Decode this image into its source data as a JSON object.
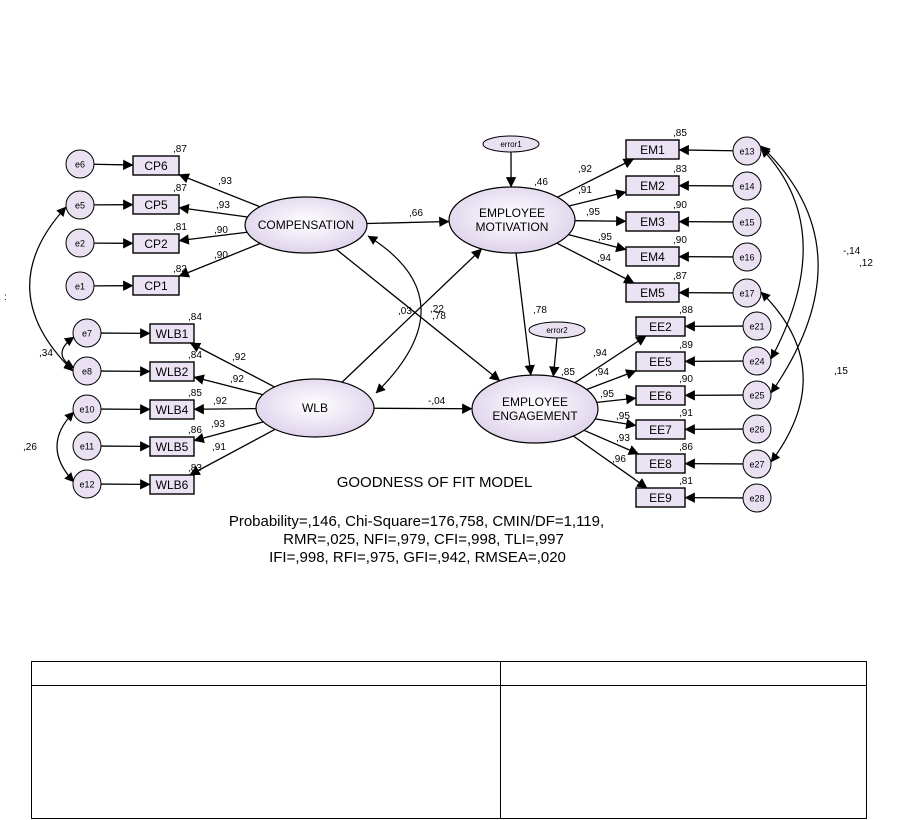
{
  "diagram": {
    "latents": [
      {
        "id": "comp",
        "label": "COMPENSATION"
      },
      {
        "id": "wlb",
        "label": "WLB"
      },
      {
        "id": "mot",
        "label": "EMPLOYEE\nMOTIVATION"
      },
      {
        "id": "eng",
        "label": "EMPLOYEE\nENGAGEMENT"
      }
    ],
    "indicators": [
      {
        "id": "CP6",
        "r2": ",87"
      },
      {
        "id": "CP5",
        "r2": ",87"
      },
      {
        "id": "CP2",
        "r2": ",81"
      },
      {
        "id": "CP1",
        "r2": ",82"
      },
      {
        "id": "WLB1",
        "r2": ",84"
      },
      {
        "id": "WLB2",
        "r2": ",84"
      },
      {
        "id": "WLB4",
        "r2": ",85"
      },
      {
        "id": "WLB5",
        "r2": ",86"
      },
      {
        "id": "WLB6",
        "r2": ",83"
      },
      {
        "id": "EM1",
        "r2": ",85"
      },
      {
        "id": "EM2",
        "r2": ",83"
      },
      {
        "id": "EM3",
        "r2": ",90"
      },
      {
        "id": "EM4",
        "r2": ",90"
      },
      {
        "id": "EM5",
        "r2": ",87"
      },
      {
        "id": "EE2",
        "r2": ",88"
      },
      {
        "id": "EE5",
        "r2": ",89"
      },
      {
        "id": "EE6",
        "r2": ",90"
      },
      {
        "id": "EE7",
        "r2": ",91"
      },
      {
        "id": "EE8",
        "r2": ",86"
      },
      {
        "id": "EE9",
        "r2": ",81"
      }
    ],
    "errors": [
      "e6",
      "e5",
      "e2",
      "e1",
      "e7",
      "e8",
      "e10",
      "e11",
      "e12",
      "e13",
      "e14",
      "e15",
      "e16",
      "e17",
      "e21",
      "e24",
      "e25",
      "e26",
      "e27",
      "e28"
    ],
    "disturbances": [
      {
        "id": "error1",
        "r2": ",46"
      },
      {
        "id": "error2",
        "r2": ",85"
      }
    ],
    "loadings": {
      "CP6": ",93",
      "CP5": ",93",
      "CP2": ",90",
      "CP1": ",90",
      "WLB1": ",92",
      "WLB2": ",92",
      "WLB4": ",92",
      "WLB5": ",93",
      "WLB6": ",91",
      "EM1": ",92",
      "EM2": ",91",
      "EM3": ",95",
      "EM4": ",95",
      "EM5": ",94",
      "EE2": ",94",
      "EE5": ",94",
      "EE6": ",95",
      "EE7": ",95",
      "EE8": ",93",
      "EE9": ",96"
    },
    "paths": {
      "comp_mot": ",66",
      "comp_eng": ",78",
      "wlb_mot": ",03",
      "wlb_eng": "-,04",
      "mot_eng": ",78",
      "comp_wlb": ",22"
    },
    "correlations": {
      "e5_e8": ":",
      "e7_e8": ",34",
      "e10_e12": ",26",
      "e13_e24": "-,14",
      "e13_e25": ",12",
      "e17_e27": ",15"
    }
  },
  "fit": {
    "title": "GOODNESS OF FIT MODEL",
    "line1": "Probability=,146, Chi-Square=176,758, CMIN/DF=1,119,",
    "line2": "RMR=,025, NFI=,979, CFI=,998, TLI=,997",
    "line3": "IFI=,998, RFI=,975, GFI=,942, RMSEA=,020"
  },
  "colors": {
    "ellipse_fill": "#e9e0f2",
    "box_fill": "#ebe3f4",
    "stroke": "#000000"
  }
}
